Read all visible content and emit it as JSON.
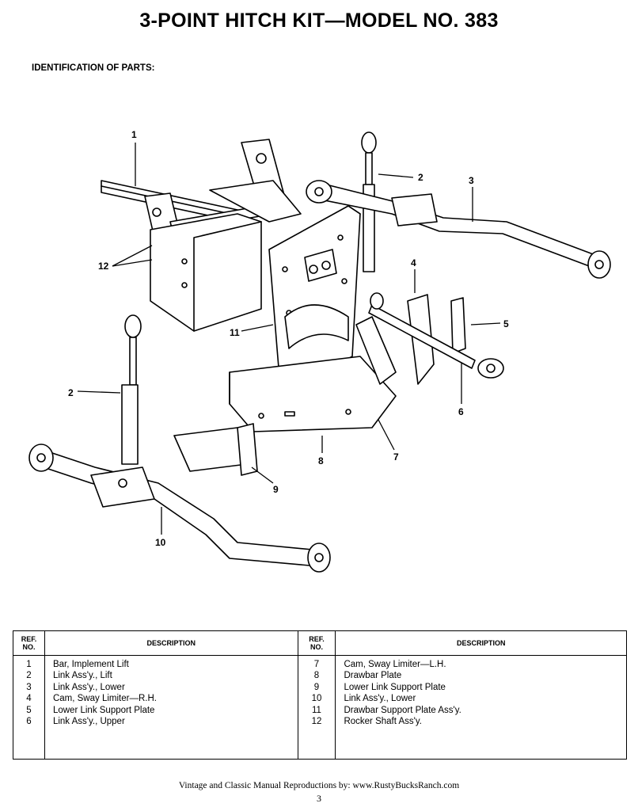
{
  "title": "3-POINT HITCH KIT—MODEL NO. 383",
  "subtitle": "IDENTIFICATION OF PARTS:",
  "callouts": {
    "c1": "1",
    "c2a": "2",
    "c2b": "2",
    "c3": "3",
    "c4": "4",
    "c5": "5",
    "c6": "6",
    "c7": "7",
    "c8": "8",
    "c9": "9",
    "c10": "10",
    "c11": "11",
    "c12": "12"
  },
  "table": {
    "headers": {
      "ref1_line1": "REF.",
      "ref1_line2": "NO.",
      "desc1": "DESCRIPTION",
      "ref2_line1": "REF.",
      "ref2_line2": "NO.",
      "desc2": "DESCRIPTION"
    },
    "left": [
      {
        "ref": "1",
        "desc": "Bar, Implement Lift"
      },
      {
        "ref": "2",
        "desc": "Link Ass'y., Lift"
      },
      {
        "ref": "3",
        "desc": "Link Ass'y., Lower"
      },
      {
        "ref": "4",
        "desc": "Cam, Sway Limiter—R.H."
      },
      {
        "ref": "5",
        "desc": "Lower Link Support Plate"
      },
      {
        "ref": "6",
        "desc": "Link Ass'y., Upper"
      }
    ],
    "right": [
      {
        "ref": "7",
        "desc": "Cam, Sway Limiter—L.H."
      },
      {
        "ref": "8",
        "desc": "Drawbar Plate"
      },
      {
        "ref": "9",
        "desc": "Lower Link Support Plate"
      },
      {
        "ref": "10",
        "desc": "Link Ass'y., Lower"
      },
      {
        "ref": "11",
        "desc": "Drawbar Support Plate Ass'y."
      },
      {
        "ref": "12",
        "desc": "Rocker Shaft Ass'y."
      }
    ]
  },
  "footer": "Vintage and Classic Manual Reproductions by: www.RustyBucksRanch.com",
  "page_number": "3"
}
